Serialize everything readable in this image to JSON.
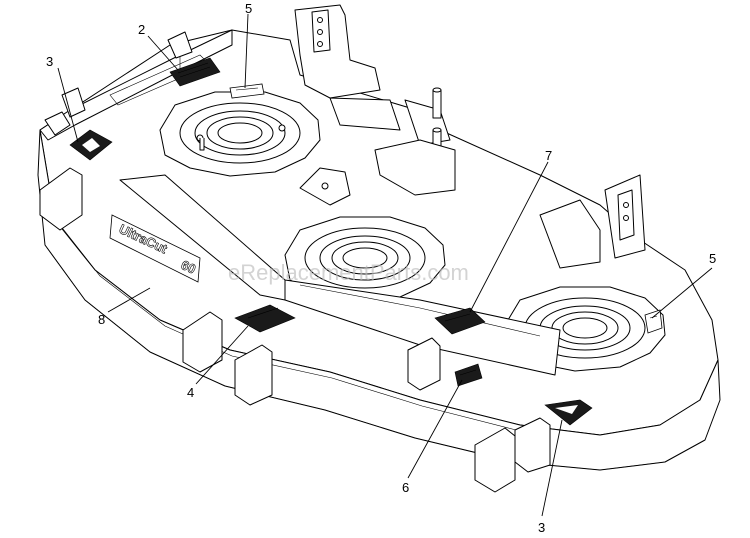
{
  "callouts": [
    {
      "id": "c2",
      "label": "2"
    },
    {
      "id": "c3a",
      "label": "3"
    },
    {
      "id": "c5a",
      "label": "5"
    },
    {
      "id": "c7",
      "label": "7"
    },
    {
      "id": "c5b",
      "label": "5"
    },
    {
      "id": "c8",
      "label": "8"
    },
    {
      "id": "c4",
      "label": "4"
    },
    {
      "id": "c6",
      "label": "6"
    },
    {
      "id": "c3b",
      "label": "3"
    }
  ],
  "decal": {
    "brand_text": "UltraCut",
    "size_text": "60"
  },
  "watermark": "eReplacementParts.com"
}
